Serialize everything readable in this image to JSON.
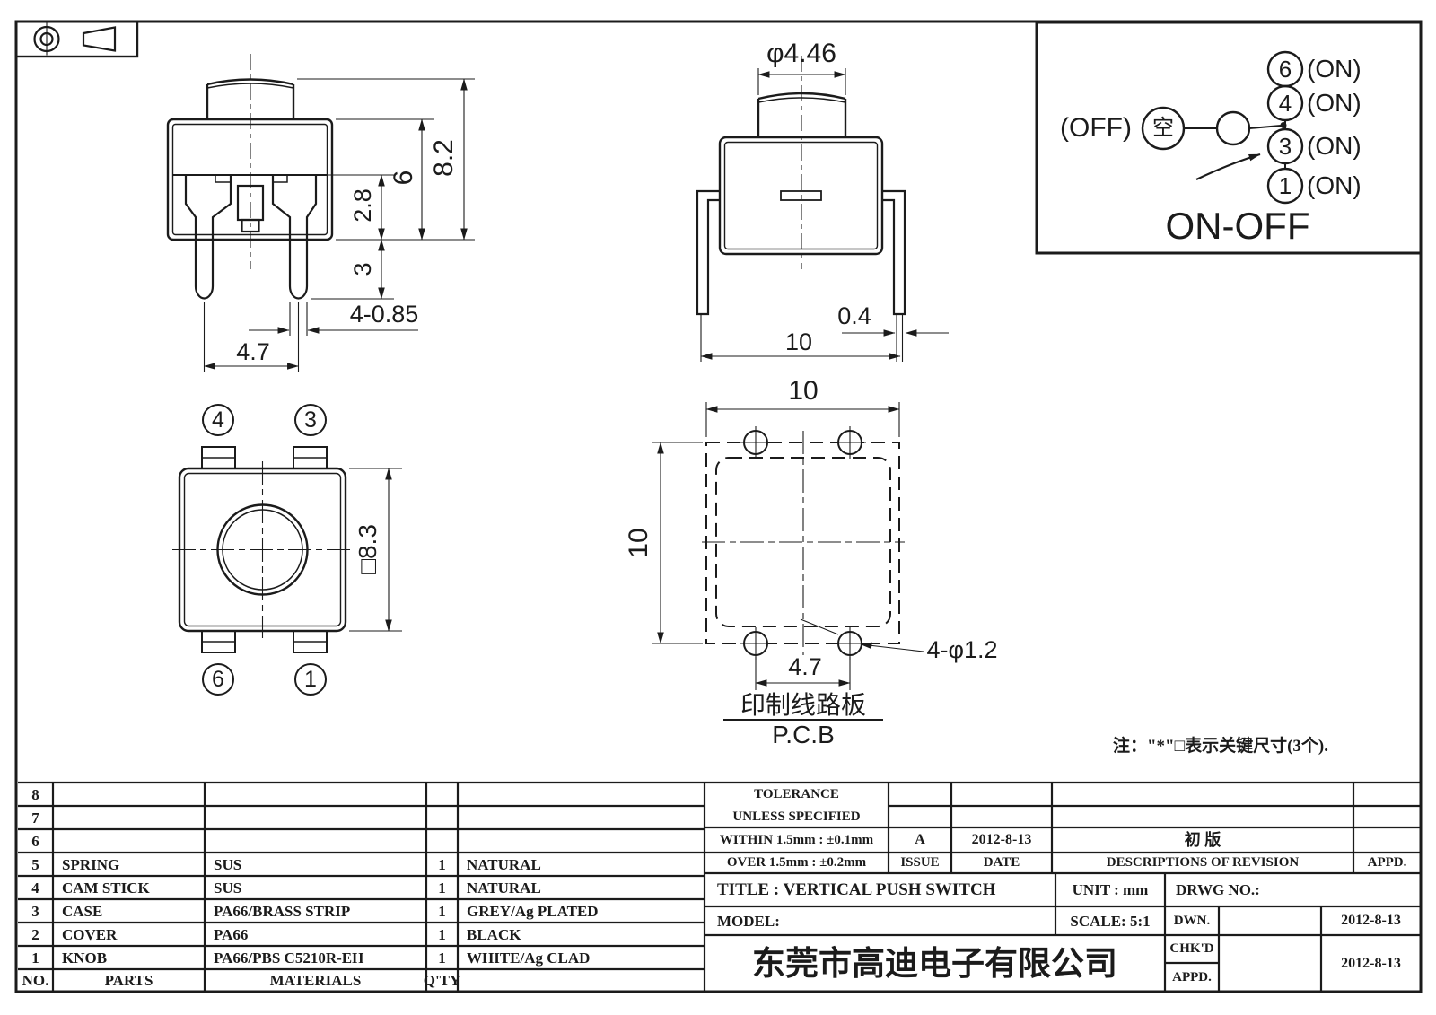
{
  "front_view": {
    "dim_total_height": "8.2",
    "dim_body_height": "6",
    "dim_terminal_depth": "2.8",
    "dim_leg_length": "3",
    "dim_lead_size": "4-0.85",
    "dim_leg_pitch": "4.7"
  },
  "side_view": {
    "dim_knob_dia": "φ4.46",
    "dim_lead_thickness": "0.4",
    "dim_width": "10"
  },
  "top_view": {
    "dim_body_square": "□8.3",
    "pin_tl": "4",
    "pin_tr": "3",
    "pin_bl": "6",
    "pin_br": "1"
  },
  "pcb_view": {
    "dim_width": "10",
    "dim_height": "10",
    "dim_hole_pitch": "4.7",
    "dim_holes": "4-φ1.2",
    "label_zh": "印制线路板",
    "label_en": "P.C.B"
  },
  "circuit": {
    "off_label": "(OFF)",
    "common_symbol": "空",
    "pins": [
      {
        "num": "6",
        "state": "(ON)"
      },
      {
        "num": "4",
        "state": "(ON)"
      },
      {
        "num": "3",
        "state": "(ON)"
      },
      {
        "num": "1",
        "state": "(ON)"
      }
    ],
    "caption": "ON-OFF"
  },
  "note": "注：\"*\"□表示关键尺寸(3个).",
  "parts_table": {
    "headers": {
      "no": "NO.",
      "parts": "PARTS",
      "materials": "MATERIALS",
      "qty": "Q'TY"
    },
    "rows": [
      {
        "no": "8",
        "part": "",
        "material": "",
        "qty": "",
        "finish": ""
      },
      {
        "no": "7",
        "part": "",
        "material": "",
        "qty": "",
        "finish": ""
      },
      {
        "no": "6",
        "part": "",
        "material": "",
        "qty": "",
        "finish": ""
      },
      {
        "no": "5",
        "part": "SPRING",
        "material": "SUS",
        "qty": "1",
        "finish": "NATURAL"
      },
      {
        "no": "4",
        "part": "CAM STICK",
        "material": "SUS",
        "qty": "1",
        "finish": "NATURAL"
      },
      {
        "no": "3",
        "part": "CASE",
        "material": "PA66/BRASS STRIP",
        "qty": "1",
        "finish": "GREY/Ag PLATED"
      },
      {
        "no": "2",
        "part": "COVER",
        "material": "PA66",
        "qty": "1",
        "finish": "BLACK"
      },
      {
        "no": "1",
        "part": "KNOB",
        "material": "PA66/PBS C5210R-EH",
        "qty": "1",
        "finish": "WHITE/Ag CLAD"
      }
    ]
  },
  "revision_block": {
    "tolerance_line1": "TOLERANCE",
    "tolerance_line2": "UNLESS SPECIFIED",
    "within": "WITHIN 1.5mm : ±0.1mm",
    "over": "OVER 1.5mm : ±0.2mm",
    "issue_value": "A",
    "issue_label": "ISSUE",
    "date_value": "2012-8-13",
    "date_label": "DATE",
    "description_value": "初 版",
    "description_label": "DESCRIPTIONS OF REVISION",
    "appd_label": "APPD."
  },
  "title_block": {
    "title": "TITLE :  VERTICAL PUSH SWITCH",
    "unit": "UNIT :  mm",
    "drwg_no": "DRWG NO.:",
    "model": "MODEL:",
    "scale": "SCALE:  5:1",
    "dwn_label": "DWN.",
    "chkd_label": "CHK'D",
    "appd_label": "APPD.",
    "dwn_date": "2012-8-13",
    "chkd_date": "2012-8-13",
    "company": "东莞市高迪电子有限公司"
  }
}
